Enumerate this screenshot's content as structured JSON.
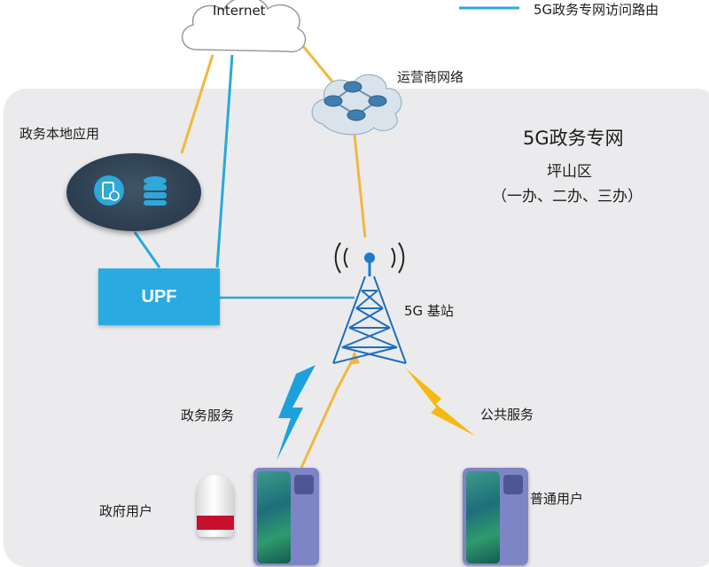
{
  "legend": {
    "label": "5G政务专网访问路由",
    "color": "#29a9d8"
  },
  "nodes": {
    "internet": "Internet",
    "carrier_network": "运营商网络",
    "local_app": "政务本地应用",
    "upf": "UPF",
    "base_station": "5G 基站",
    "gov_user": "政府用户",
    "normal_user": "普通用户"
  },
  "labels": {
    "gov_service": "政务服务",
    "public_service": "公共服务"
  },
  "private_network": {
    "title": "5G政务专网",
    "district": "坪山区",
    "offices": "（一办、二办、三办）"
  },
  "colors": {
    "private_route": "#29a9d8",
    "public_route": "#f0b840",
    "panel": "#ebebed",
    "upf": "#29abe2",
    "gov_lightning": "#1ea0dc",
    "public_lightning": "#f5b90f"
  },
  "icons": [
    "cloud-icon",
    "router-icon",
    "antenna-tower-icon",
    "app-icon",
    "database-icon",
    "phone-icon",
    "speaker-icon",
    "lightning-icon"
  ]
}
